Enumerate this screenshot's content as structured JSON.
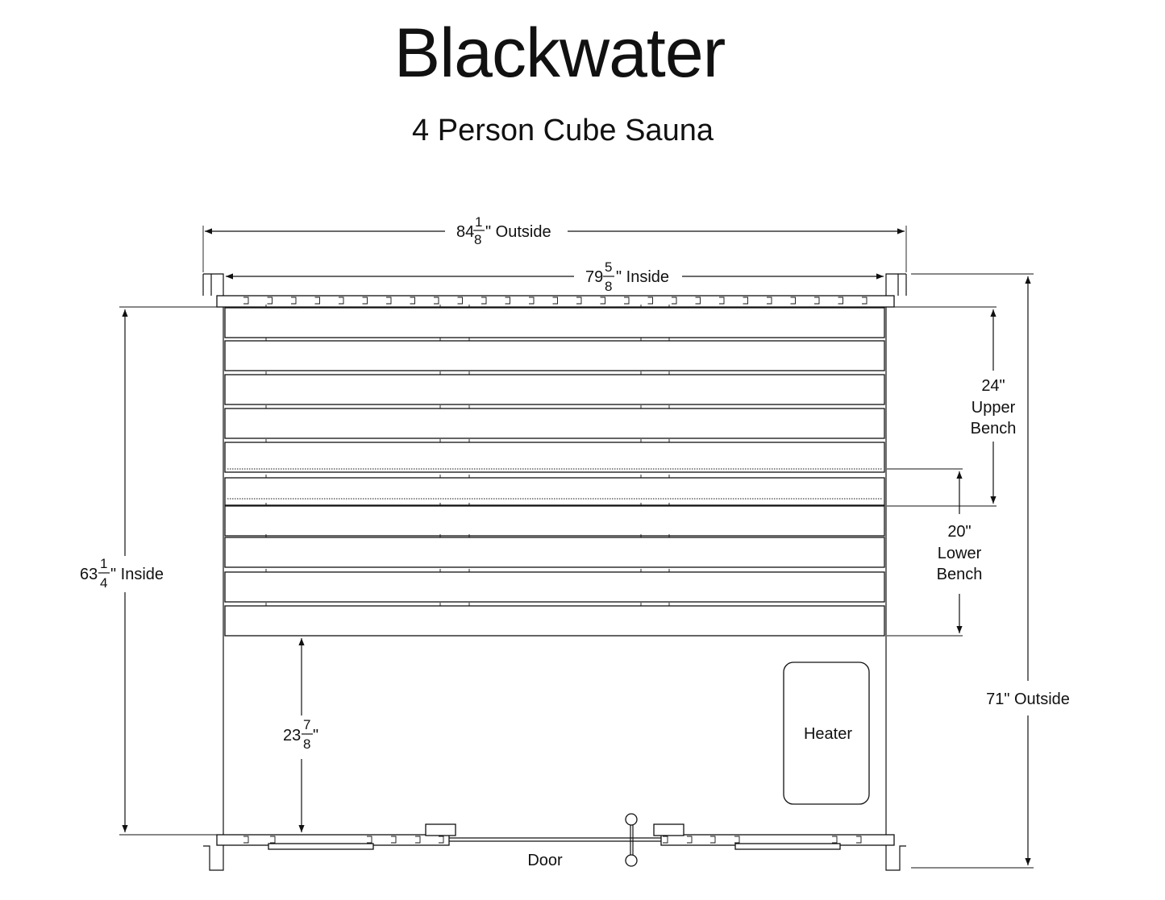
{
  "title": "Blackwater",
  "subtitle": "4 Person Cube Sauna",
  "dimensions": {
    "outside_width": {
      "whole": "84",
      "num": "1",
      "den": "8",
      "suffix": "\" Outside"
    },
    "inside_width": {
      "whole": "79",
      "num": "5",
      "den": "8",
      "suffix": "\" Inside"
    },
    "inside_depth": {
      "whole": "63",
      "num": "1",
      "den": "4",
      "suffix": "\" Inside"
    },
    "floor_clearance": {
      "whole": "23",
      "num": "7",
      "den": "8",
      "suffix": "\""
    },
    "outside_depth": "71\" Outside",
    "upper_bench": [
      "24\"",
      "Upper",
      "Bench"
    ],
    "lower_bench": [
      "20\"",
      "Lower",
      "Bench"
    ]
  },
  "labels": {
    "heater": "Heater",
    "door": "Door"
  }
}
